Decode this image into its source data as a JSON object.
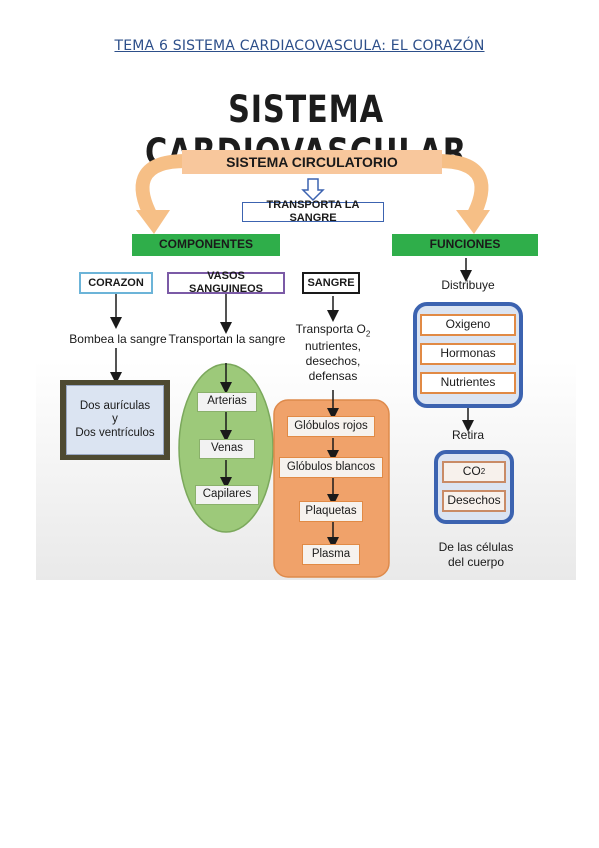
{
  "document_title": "TEMA 6 SISTEMA CARDIACOVASCULA: EL CORAZÓN",
  "diagram": {
    "title": "SISTEMA CARDIOVASCULAR",
    "root": "SISTEMA CIRCULATORIO",
    "root_description": "TRANSPORTA LA SANGRE",
    "left_branch": "COMPONENTES",
    "right_branch": "FUNCIONES",
    "corazon": {
      "label": "CORAZON",
      "action": "Bombea la sangre",
      "parts": [
        "Dos aurículas",
        "y",
        "Dos ventrículos"
      ]
    },
    "vasos": {
      "label": "VASOS SANGUINEOS",
      "action": "Transportan la sangre",
      "items": [
        "Arterias",
        "Venas",
        "Capilares"
      ]
    },
    "sangre": {
      "label": "SANGRE",
      "action_prefix": "Transporta O",
      "action_sub": "2",
      "action_lines": [
        "nutrientes,",
        "desechos,",
        "defensas"
      ],
      "items": [
        "Glóbulos rojos",
        "Glóbulos blancos",
        "Plaquetas",
        "Plasma"
      ]
    },
    "funciones": {
      "distribuye": "Distribuye",
      "distribuye_items": [
        "Oxigeno",
        "Hormonas",
        "Nutrientes"
      ],
      "retira": "Retira",
      "retira_co2_prefix": "CO",
      "retira_co2_sub": "2",
      "retira_desechos": "Desechos",
      "origin_lines": [
        "De las células",
        "del cuerpo"
      ]
    },
    "colors": {
      "orange_banner": "#f8c79c",
      "orange_arrow": "#f6bf86",
      "green_header": "#2fae4a",
      "blue_border": "#3c63b0",
      "blue_fill": "#dbe4f2",
      "green_oval": "#9dc97a",
      "orange_group": "#f0a26a",
      "dark_box": "#4e4a32",
      "box_orange_border": "#e18a45"
    }
  }
}
